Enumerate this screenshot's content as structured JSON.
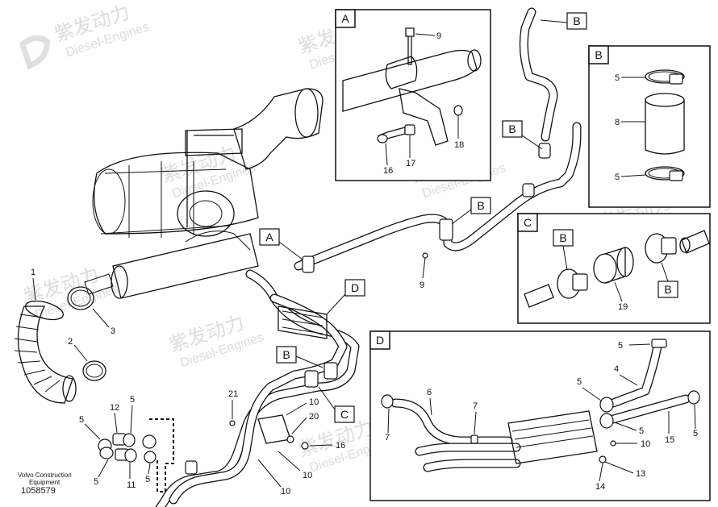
{
  "watermark": {
    "brand": "紫发动力",
    "subtitle": "Diesel-Engines"
  },
  "detail_boxes": [
    {
      "id": "A",
      "callouts": [
        "9",
        "16",
        "17",
        "18"
      ]
    },
    {
      "id": "B",
      "callouts": [
        "5",
        "8",
        "5"
      ]
    },
    {
      "id": "C",
      "callouts": [
        "B",
        "B",
        "19"
      ]
    },
    {
      "id": "D",
      "callouts": [
        "5",
        "4",
        "5",
        "6",
        "7",
        "7",
        "5",
        "10",
        "15",
        "5",
        "13",
        "14"
      ]
    }
  ],
  "main_refs": [
    "A",
    "B",
    "B",
    "B",
    "D",
    "B",
    "C"
  ],
  "main_callouts": [
    "1",
    "3",
    "2",
    "12",
    "5",
    "5",
    "5",
    "11",
    "5",
    "21",
    "10",
    "20",
    "16",
    "10",
    "10",
    "9"
  ],
  "footer": {
    "line1": "Volvo Construction",
    "line2": "Equipment",
    "drawing_number": "1058579"
  }
}
